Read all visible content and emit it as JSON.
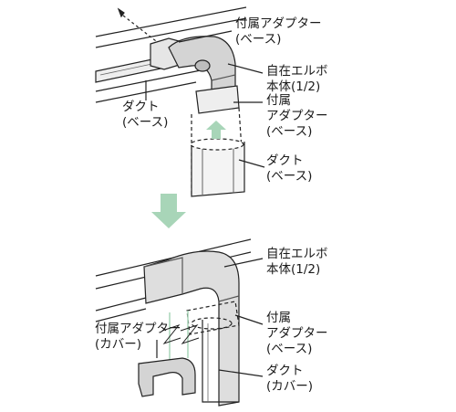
{
  "top": {
    "adapter_base": {
      "line1": "付属アダプター",
      "line2": "(ベース)"
    },
    "elbow_body": {
      "line1": "自在エルボ",
      "line2": "本体(1/2)"
    },
    "duct_base_left": {
      "line1": "ダクト",
      "line2": "(ベース)"
    },
    "adapter_base_right": {
      "line1": "付属",
      "line2": "アダプター",
      "line3": "(ベース)"
    },
    "duct_base_right": {
      "line1": "ダクト",
      "line2": "(ベース)"
    }
  },
  "bottom": {
    "elbow_body": {
      "line1": "自在エルボ",
      "line2": "本体(1/2)"
    },
    "adapter_base": {
      "line1": "付属",
      "line2": "アダプター",
      "line3": "(ベース)"
    },
    "adapter_cover": {
      "line1": "付属アダプター",
      "line2": "(カバー)"
    },
    "duct_cover": {
      "line1": "ダクト",
      "line2": "(カバー)"
    }
  },
  "colors": {
    "arrow": "#a8d5b8",
    "part_fill": "#d9d9d9",
    "part_shade": "#bdbdbd",
    "line": "#222222"
  }
}
